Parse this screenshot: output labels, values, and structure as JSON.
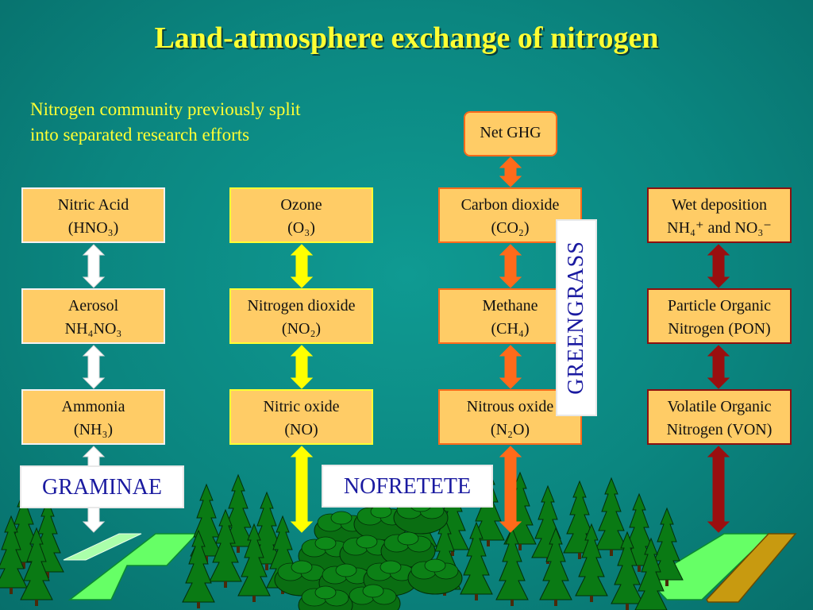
{
  "title": "Land-atmosphere exchange of nitrogen",
  "intro": {
    "line1": "Nitrogen community previously split",
    "line2": "into separated research efforts"
  },
  "net_ghg": "Net GHG",
  "columns": [
    {
      "id": "col1",
      "arrow_color": "#ffffff",
      "boxes": [
        {
          "line1": "Nitric Acid",
          "line2": "(HNO₃)"
        },
        {
          "line1": "Aerosol",
          "line2": "NH₄NO₃"
        },
        {
          "line1": "Ammonia",
          "line2": "(NH₃)"
        }
      ]
    },
    {
      "id": "col2",
      "arrow_color": "#ffff00",
      "boxes": [
        {
          "line1": "Ozone",
          "line2": "(O₃)"
        },
        {
          "line1": "Nitrogen dioxide",
          "line2": "(NO₂)"
        },
        {
          "line1": "Nitric oxide",
          "line2": "(NO)"
        }
      ]
    },
    {
      "id": "col3",
      "arrow_color": "#ff6a1a",
      "boxes": [
        {
          "line1": "Carbon dioxide",
          "line2": "(CO₂)"
        },
        {
          "line1": "Methane",
          "line2": "(CH₄)"
        },
        {
          "line1": "Nitrous oxide",
          "line2": "(N₂O)"
        }
      ]
    },
    {
      "id": "col4",
      "arrow_color": "#9a0f0f",
      "boxes": [
        {
          "line1": "Wet deposition",
          "line2": "NH₄⁺ and NO₃⁻"
        },
        {
          "line1": "Particle Organic",
          "line2": "Nitrogen (PON)"
        },
        {
          "line1": "Volatile Organic",
          "line2": "Nitrogen (VON)"
        }
      ]
    }
  ],
  "labels": {
    "graminae": "GRAMINAE",
    "nofretete": "NOFRETETE",
    "greengrass": "GREENGRASS"
  },
  "colors": {
    "background": "#0b8680",
    "title": "#ffff33",
    "box_fill": "#ffcc66",
    "label_text": "#1a1aa0",
    "tree": "#0a7a14",
    "grass": "#66ff66",
    "soil": "#c89a10"
  },
  "icons": [
    "conifer-tree-icon",
    "deciduous-tree-icon",
    "grass-field-icon"
  ]
}
